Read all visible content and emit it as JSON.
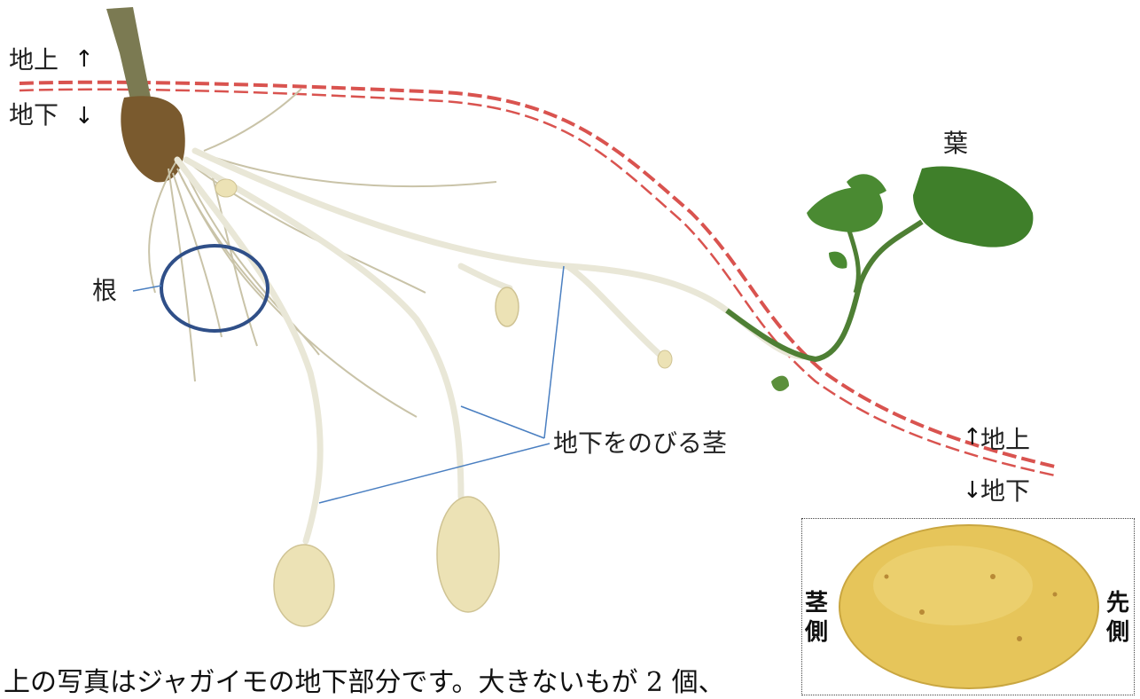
{
  "labels": {
    "above_ground_left": "地上",
    "below_ground_left": "地下",
    "above_ground_right": "地上",
    "below_ground_right": "地下",
    "leaf": "葉",
    "root": "根",
    "underground_stem": "地下をのびる茎",
    "stem_side": "茎側",
    "tip_side": "先側"
  },
  "arrows": {
    "up": "↑",
    "down": "↓"
  },
  "caption": "上の写真はジャガイモの地下部分です。大きないもが 2 個、",
  "colors": {
    "ground_line": "#d9534f",
    "pointer_line": "#4a7fc1",
    "root_circle": "#2f4f88",
    "leaf": "#3f7f2a",
    "tuber": "#e9dfb0",
    "potato": "#e8c95a"
  }
}
